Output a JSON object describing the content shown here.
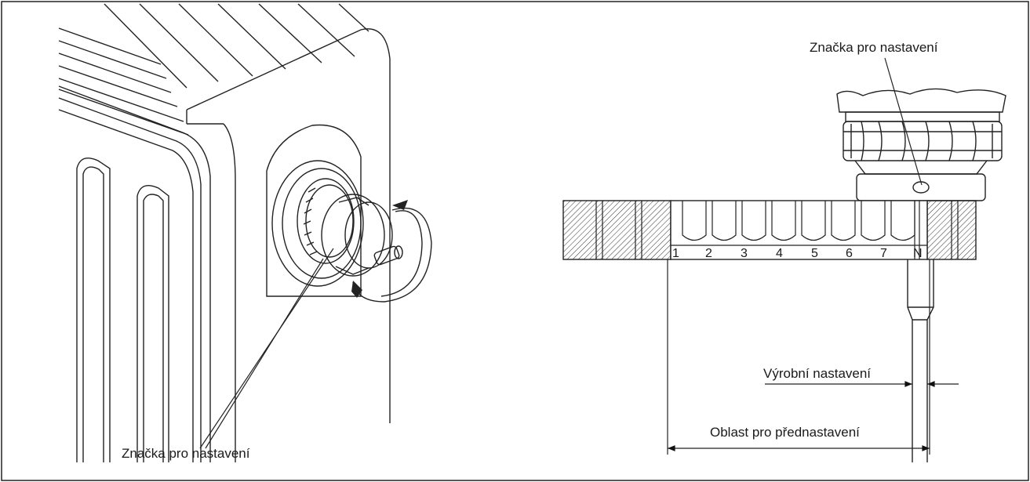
{
  "labels": {
    "left_adjust_mark": "Značka pro nastavení",
    "right_adjust_mark": "Značka pro nastavení",
    "factory_setting": "Výrobní nastavení",
    "preset_range": "Oblast pro přednastavení"
  },
  "scale": {
    "marks": [
      "1",
      "2",
      "3",
      "4",
      "5",
      "6",
      "7",
      "N"
    ]
  }
}
